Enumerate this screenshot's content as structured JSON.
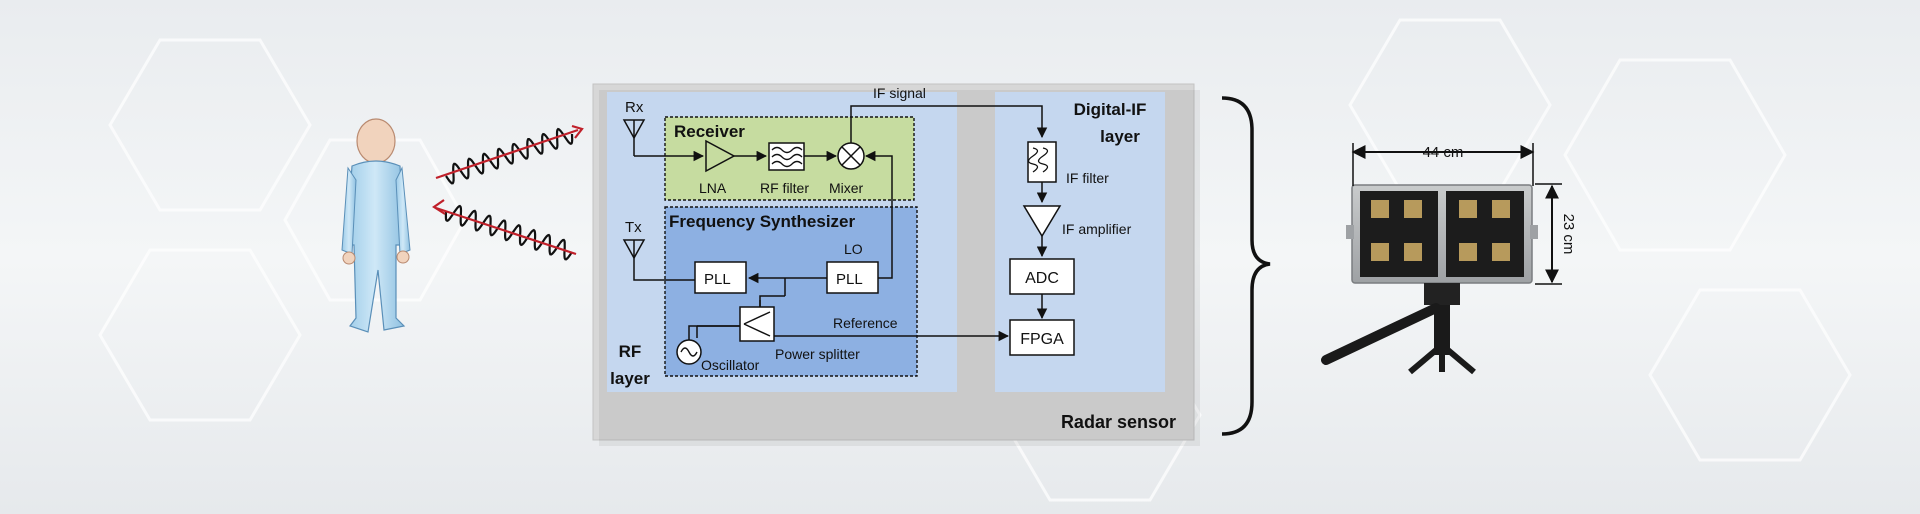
{
  "radar_sensor": {
    "title": "Radar sensor",
    "rf_layer": {
      "line1": "RF",
      "line2": "layer"
    },
    "digital_if_layer": {
      "line1": "Digital-IF",
      "line2": "layer"
    }
  },
  "receiver": {
    "title": "Receiver",
    "rx": "Rx",
    "lna": "LNA",
    "rf_filter": "RF filter",
    "mixer": "Mixer"
  },
  "synthesizer": {
    "title": "Frequency Synthesizer",
    "tx": "Tx",
    "pll": "PLL",
    "lo": "LO",
    "oscillator": "Oscillator",
    "power_splitter": "Power splitter"
  },
  "signals": {
    "if_signal": "IF signal",
    "reference": "Reference"
  },
  "digital_if": {
    "if_filter": "IF filter",
    "if_amplifier": "IF amplifier",
    "adc": "ADC",
    "fpga": "FPGA"
  },
  "device": {
    "width_label": "44 cm",
    "height_label": "23 cm"
  },
  "colors": {
    "background": "#eceff2",
    "radar_box": "#d7d7d7",
    "rf_layer": "#c5d7ef",
    "receiver": "#c6dca0",
    "synthesizer": "#8db0e2",
    "digital_if": "#c5d7ef",
    "wave": "#111111",
    "cross": "#c0202a",
    "person": "#b8dbf0"
  }
}
